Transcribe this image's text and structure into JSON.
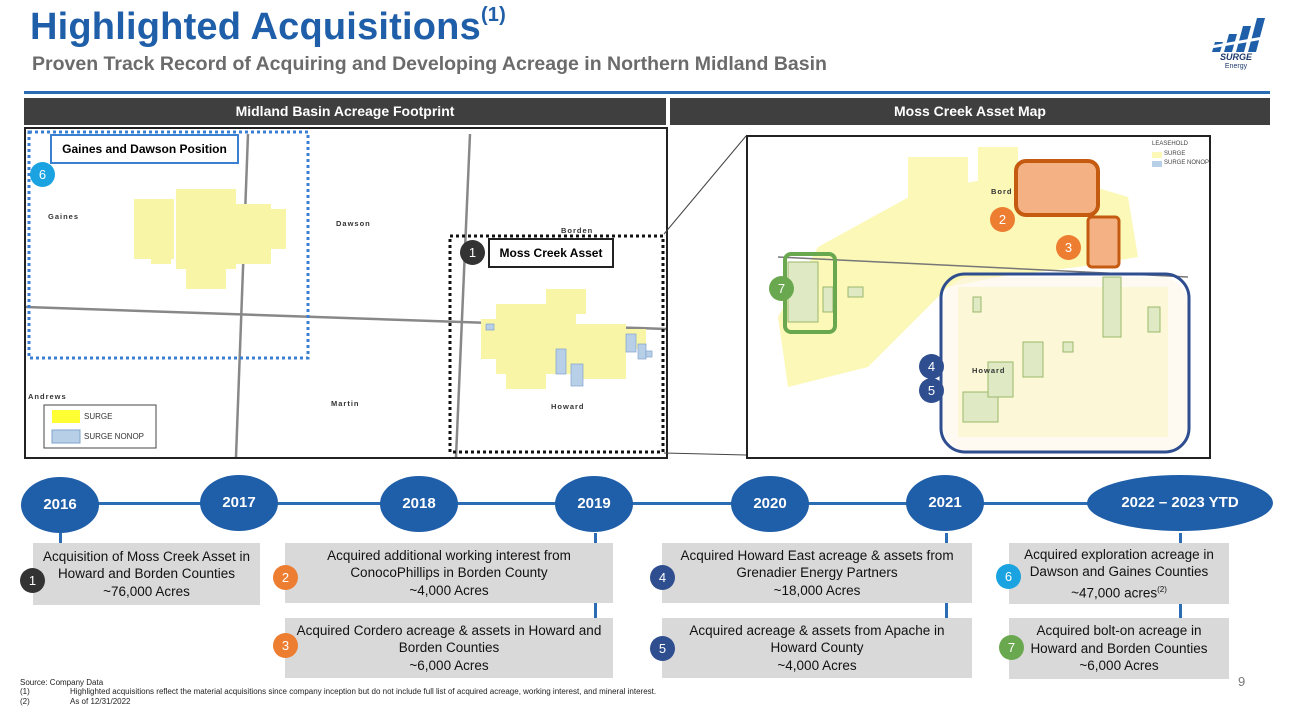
{
  "header": {
    "title": "Highlighted Acquisitions",
    "title_sup": "(1)",
    "subtitle": "Proven Track Record of Acquiring and Developing Acreage in Northern Midland Basin"
  },
  "logo": {
    "name": "SURGE",
    "sub": "Energy"
  },
  "left_panel": {
    "title": "Midland Basin Acreage Footprint",
    "gaines_box": "Gaines and Dawson Position",
    "gaines_num": "6",
    "moss_box": "Moss Creek Asset",
    "moss_num": "1",
    "labels": {
      "gaines": "Gaines",
      "dawson": "Dawson",
      "borden": "Borden",
      "andrews": "Andrews",
      "martin": "Martin",
      "howard": "Howard"
    },
    "legend": {
      "surge": "SURGE",
      "nonop": "SURGE NONOP"
    }
  },
  "right_panel": {
    "title": "Moss Creek Asset Map",
    "legend": {
      "title": "LEASEHOLD",
      "surge": "SURGE",
      "nonop": "SURGE NONOP"
    },
    "labels": {
      "borden": "Bord",
      "howard": "Howard"
    },
    "markers": [
      "2",
      "3",
      "7",
      "4",
      "5"
    ]
  },
  "timeline": {
    "years": [
      "2016",
      "2017",
      "2018",
      "2019",
      "2020",
      "2021",
      "2022 – 2023 YTD"
    ]
  },
  "cards": [
    {
      "num": "1",
      "lines": [
        "Acquisition of Moss Creek Asset in",
        "Howard and Borden Counties",
        "~76,000 Acres"
      ],
      "color": "#333333"
    },
    {
      "num": "2",
      "lines": [
        "Acquired additional working interest from",
        "ConocoPhillips in Borden County",
        "~4,000 Acres"
      ],
      "color": "#ed7d31"
    },
    {
      "num": "3",
      "lines": [
        "Acquired Cordero acreage & assets in Howard and",
        "Borden Counties",
        "~6,000 Acres"
      ],
      "color": "#ed7d31"
    },
    {
      "num": "4",
      "lines": [
        "Acquired Howard East acreage & assets from",
        "Grenadier Energy Partners",
        "~18,000 Acres"
      ],
      "color": "#2f4e8f"
    },
    {
      "num": "5",
      "lines": [
        "Acquired acreage & assets from Apache in",
        "Howard County",
        "~4,000 Acres"
      ],
      "color": "#2f4e8f"
    },
    {
      "num": "6",
      "lines": [
        "Acquired exploration acreage in",
        "Dawson and Gaines Counties",
        "~47,000 acres"
      ],
      "sup": "(2)",
      "color": "#1aa3e0"
    },
    {
      "num": "7",
      "lines": [
        "Acquired bolt-on acreage in",
        "Howard and Borden Counties",
        "~6,000 Acres"
      ],
      "color": "#6aa84f"
    }
  ],
  "footer": {
    "source": "Source: Company Data",
    "n1_mark": "(1)",
    "n1": "Highlighted acquisitions reflect the material acquisitions since company inception but do not include full list of acquired acreage, working interest, and mineral interest.",
    "n2_mark": "(2)",
    "n2": "As of 12/31/2022"
  },
  "page_number": "9"
}
